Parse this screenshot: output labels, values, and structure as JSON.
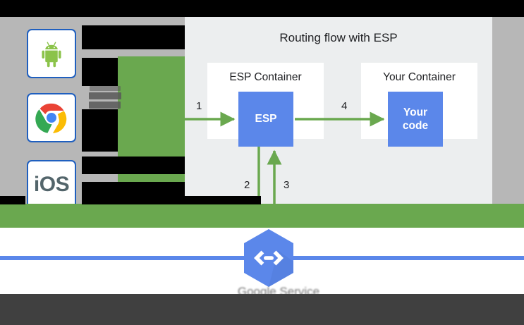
{
  "page": {
    "background_color": "#000000",
    "panel_color": "#eceeef",
    "accent_green": "#6aa84f",
    "accent_blue": "#5b87ea",
    "grey_column": "#b7b7b7",
    "dark_band": "#404040"
  },
  "diagram": {
    "title": "Routing flow with ESP",
    "containers": [
      {
        "label": "ESP Container",
        "box_label": "ESP"
      },
      {
        "label": "Your Container",
        "box_label": "Your\ncode"
      }
    ],
    "esp_box_label": "ESP",
    "your_code_line1": "Your",
    "your_code_line2": "code",
    "arrow_labels": [
      "1",
      "2",
      "3",
      "4"
    ],
    "arrow_1": "1",
    "arrow_2": "2",
    "arrow_3": "3",
    "arrow_4": "4"
  },
  "clients": [
    {
      "name": "android",
      "label": ""
    },
    {
      "name": "chrome",
      "label": ""
    },
    {
      "name": "ios",
      "label": "iOS"
    }
  ],
  "ios_label": "iOS",
  "service": {
    "icon": "cloud-endpoints-hexagon-icon",
    "caption": "Google Service"
  }
}
